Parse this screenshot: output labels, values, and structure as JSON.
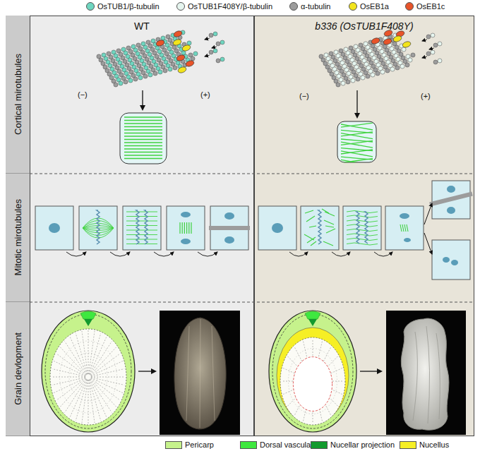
{
  "diagram": {
    "nodes": [
      {
        "text": [
          "Cortical mirotubules"
        ]
      },
      {
        "text": [
          "Mitotic mirotubules"
        ]
      },
      {
        "text": [
          "Grain devlopment"
        ]
      },
      {
        "text": [
          "WT"
        ]
      },
      {
        "text": [
          "b336 (OsTUB1F408Y)"
        ]
      }
    ],
    "labels": [
      "(−)",
      "(+)",
      "(−)",
      "(+)"
    ],
    "legend": [
      {
        "text": "OsTUB1/β-tubulin",
        "color": "#6fd6c0"
      },
      {
        "text": "OsTUB1F408Y/β-tubulin",
        "color": "#e6f5ef"
      },
      {
        "text": "α-tubulin",
        "color": "#9c9c9c"
      },
      {
        "text": "OsEB1a",
        "color": "#f2e41c"
      },
      {
        "text": "OsEB1c",
        "color": "#e8542a"
      },
      {
        "text": "Pericarp",
        "color": "#c6f28c"
      },
      {
        "text": "Dorsal vascular",
        "color": "#3fe83f"
      },
      {
        "text": "Nucellar projection",
        "color": "#129a2e"
      },
      {
        "text": "Nucellus",
        "color": "#f6ef25"
      }
    ]
  }
}
